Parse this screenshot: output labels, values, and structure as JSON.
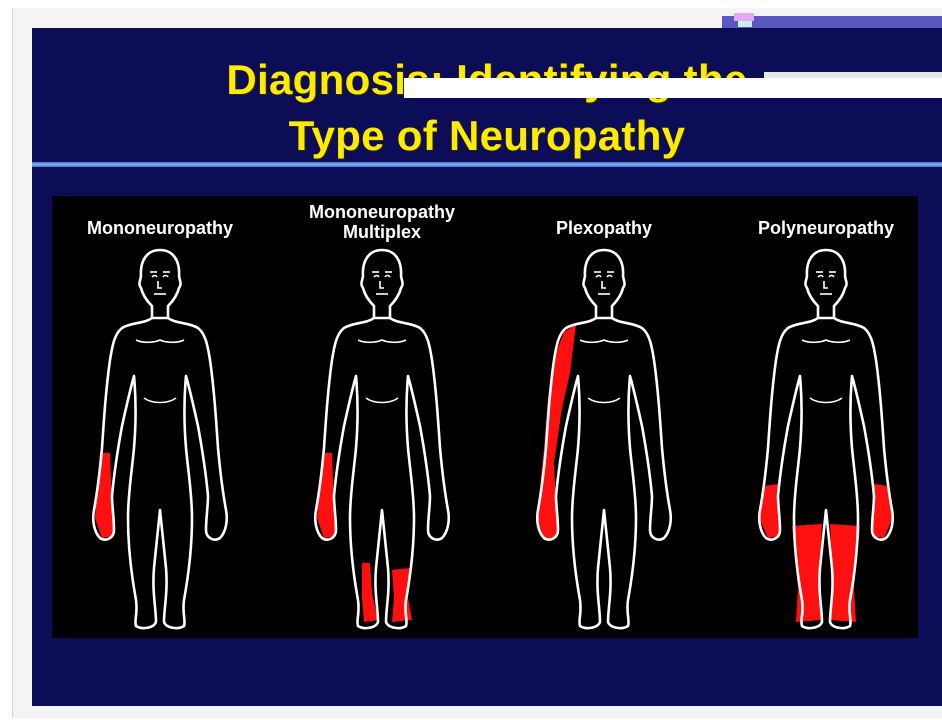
{
  "slide": {
    "title_line1": "Diagnosis: Identifying the",
    "title_line2": "Type of Neuropathy",
    "background_color": "#0d0d57",
    "title_color": "#ffeb00",
    "panel_color": "#000000",
    "highlight_color": "#ff1010"
  },
  "figures": [
    {
      "label_line1": "Mononeuropathy",
      "label_line2": "",
      "affected": [
        "right-forearm"
      ]
    },
    {
      "label_line1": "Mononeuropathy",
      "label_line2": "Multiplex",
      "affected": [
        "right-forearm",
        "right-lower-leg-partial",
        "left-lower-leg"
      ]
    },
    {
      "label_line1": "Plexopathy",
      "label_line2": "",
      "affected": [
        "right-whole-arm"
      ]
    },
    {
      "label_line1": "Polyneuropathy",
      "label_line2": "",
      "affected": [
        "both-hands",
        "both-lower-legs"
      ]
    }
  ]
}
